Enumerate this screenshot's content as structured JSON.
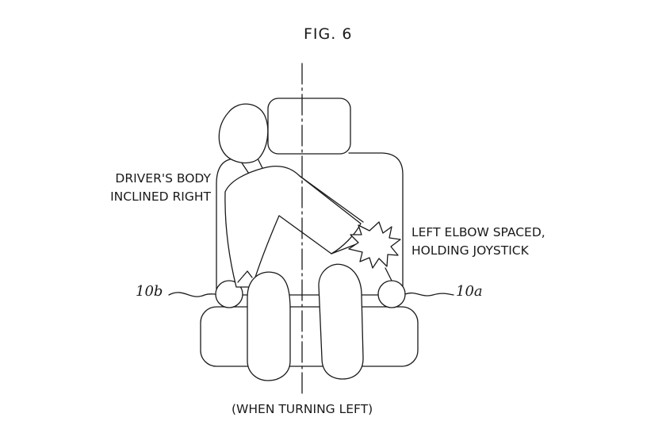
{
  "figure": {
    "title": "FIG. 6",
    "caption": "(WHEN TURNING LEFT)"
  },
  "labels": {
    "left_line1": "DRIVER'S BODY",
    "left_line2": "INCLINED RIGHT",
    "right_line1": "LEFT ELBOW SPACED,",
    "right_line2": "HOLDING JOYSTICK",
    "ref_10b": "10b",
    "ref_10a": "10a"
  },
  "colors": {
    "stroke": "#1a1a1a",
    "background": "#ffffff"
  }
}
